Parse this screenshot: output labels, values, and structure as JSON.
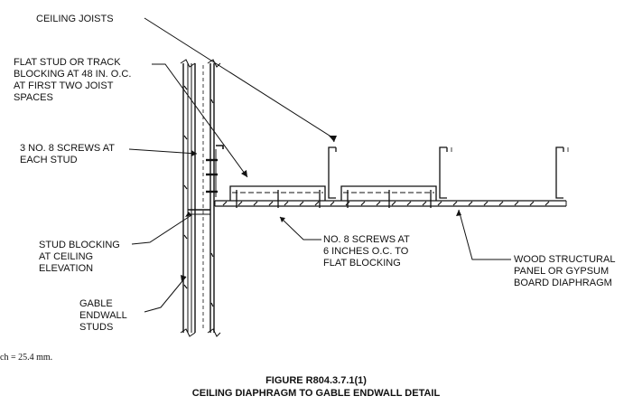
{
  "labels": {
    "ceiling_joists": "CEILING JOISTS",
    "flat_stud_1": "FLAT STUD OR TRACK",
    "flat_stud_2": "BLOCKING AT 48 IN. O.C.",
    "flat_stud_3": "AT FIRST TWO JOIST",
    "flat_stud_4": "SPACES",
    "screws_stud_1": "3 NO. 8 SCREWS AT",
    "screws_stud_2": "EACH STUD",
    "stud_blocking_1": "STUD BLOCKING",
    "stud_blocking_2": "AT CEILING",
    "stud_blocking_3": "ELEVATION",
    "gable_1": "GABLE",
    "gable_2": "ENDWALL",
    "gable_3": "STUDS",
    "screws_6in_1": "NO. 8 SCREWS AT",
    "screws_6in_2": "6 INCHES O.C. TO",
    "screws_6in_3": "FLAT BLOCKING",
    "diaphragm_1": "WOOD STRUCTURAL",
    "diaphragm_2": "PANEL OR GYPSUM",
    "diaphragm_3": "BOARD DIAPHRAGM"
  },
  "footnote": "ch = 25.4 mm.",
  "caption": {
    "figure_number": "FIGURE R804.3.7.1(1)",
    "title": "CEILING DIAPHRAGM TO GABLE ENDWALL DETAIL"
  }
}
